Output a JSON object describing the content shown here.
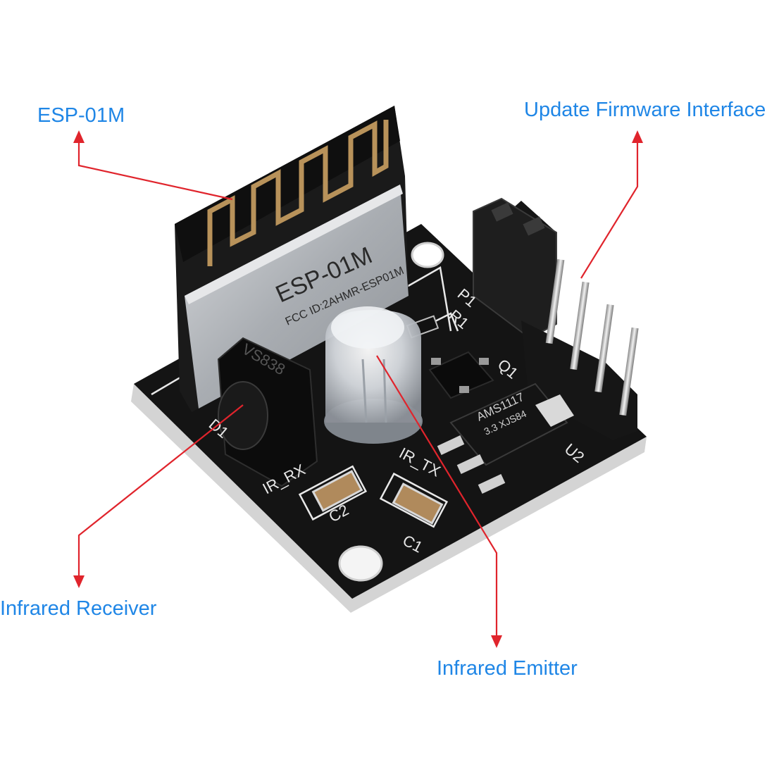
{
  "colors": {
    "label_blue": "#1f86e6",
    "arrow_red": "#e0242c",
    "board_black": "#141414",
    "board_edge": "#cfcfcf",
    "silk_white": "#e8e8e8",
    "antenna_gold": "#b8925a",
    "shield_silver": "#b9bcc0"
  },
  "callouts": {
    "esp01m": "ESP-01M",
    "firmware": "Update Firmware Interface",
    "receiver": "Infrared Receiver",
    "emitter": "Infrared Emitter"
  },
  "board_text": {
    "module_name": "ESP-01M",
    "module_fcc": "FCC ID:2AHMR-ESP01M",
    "receiver_part": "VS838",
    "regulator_part": "AMS1117",
    "regulator_sub": "3.3 XJS84",
    "silk_r1": "R1",
    "silk_q1": "Q1",
    "silk_u2": "U2",
    "silk_d1": "D1",
    "silk_c1": "C1",
    "silk_c2": "C2",
    "silk_ir_rx": "IR_RX",
    "silk_ir_tx": "IR_TX",
    "silk_p1": "P1"
  },
  "icons": {
    "arrow_head": "arrow-up-icon",
    "arrow_down": "arrow-down-icon"
  }
}
